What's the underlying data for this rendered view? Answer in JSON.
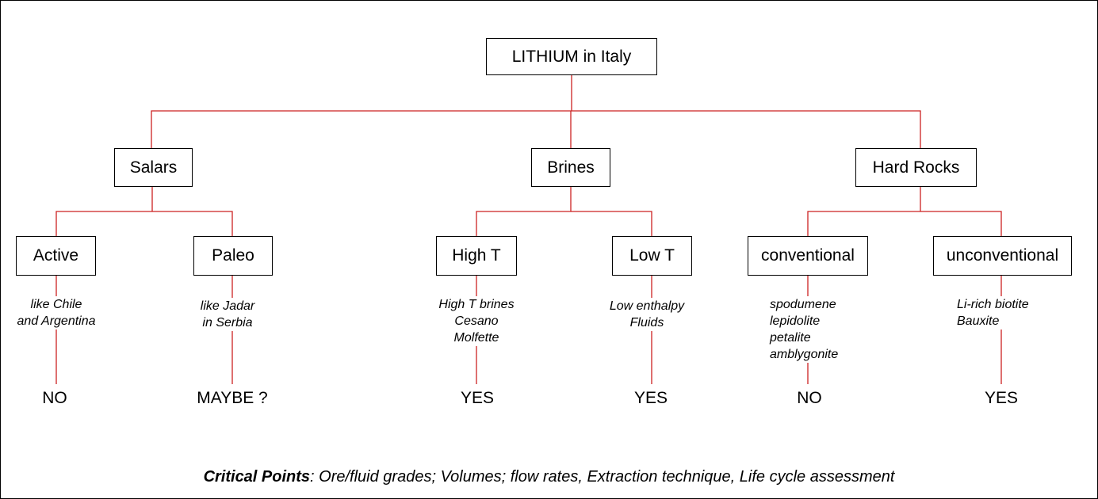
{
  "root": "LITHIUM in Italy",
  "categories": [
    {
      "label": "Salars",
      "children": [
        {
          "label": "Active",
          "notes": [
            "like Chile",
            "and Argentina"
          ],
          "outcome": "NO"
        },
        {
          "label": "Paleo",
          "notes": [
            "like Jadar",
            "in Serbia"
          ],
          "outcome": "MAYBE ?"
        }
      ]
    },
    {
      "label": "Brines",
      "children": [
        {
          "label": "High T",
          "notes": [
            "High T brines",
            "Cesano",
            "Molfette"
          ],
          "outcome": "YES"
        },
        {
          "label": "Low T",
          "notes": [
            "Low enthalpy",
            "Fluids"
          ],
          "outcome": "YES"
        }
      ]
    },
    {
      "label": "Hard Rocks",
      "children": [
        {
          "label": "conventional",
          "notes": [
            "spodumene",
            "lepidolite",
            "petalite",
            "amblygonite"
          ],
          "outcome": "NO"
        },
        {
          "label": "unconventional",
          "notes": [
            "Li-rich biotite",
            "Bauxite"
          ],
          "outcome": "YES"
        }
      ]
    }
  ],
  "footer": {
    "bold": "Critical Points",
    "text": ": Ore/fluid grades; Volumes; flow rates, Extraction technique, Life cycle assessment"
  },
  "colors": {
    "connector": "#cc2222",
    "border": "#000000"
  }
}
